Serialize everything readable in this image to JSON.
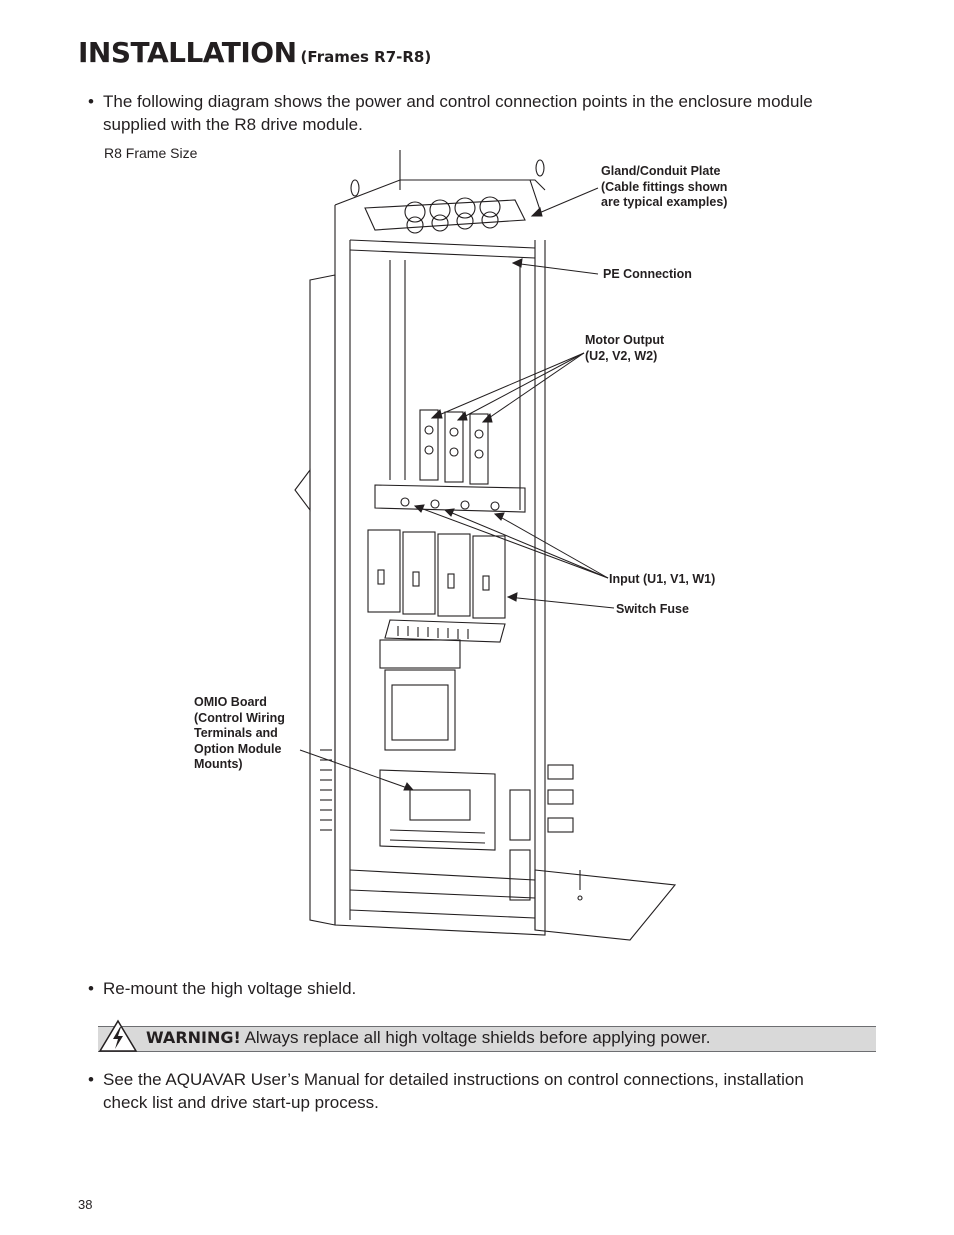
{
  "header": {
    "title": "INSTALLATION",
    "subtitle": "(Frames R7-R8)"
  },
  "bullets": [
    {
      "symbol": "•",
      "text": "The following diagram shows the power and control connection points in the enclosure module supplied with the R8 drive module."
    },
    {
      "symbol": "•",
      "text": "Re-mount the high voltage shield."
    },
    {
      "symbol": "•",
      "text": "See the AQUAVAR User’s Manual for detailed instructions on control connections, installation check list and drive start-up process."
    }
  ],
  "figure": {
    "label": "R8 Frame Size",
    "callouts": {
      "gland_line1": "Gland/Conduit Plate",
      "gland_line2": "(Cable fittings shown",
      "gland_line3": "are typical examples)",
      "pe": "PE Connection",
      "motor_line1": "Motor Output",
      "motor_line2": "(U2, V2, W2)",
      "input": "Input (U1, V1, W1)",
      "switch_fuse": "Switch Fuse",
      "omio_line1": "OMIO Board",
      "omio_line2": "(Control Wiring",
      "omio_line3": "Terminals and",
      "omio_line4": "Option Module",
      "omio_line5": "Mounts)"
    }
  },
  "warning": {
    "icon": "high-voltage-warning-icon",
    "label": "WARNING!",
    "text": "Always replace all high voltage shields before applying power."
  },
  "footer": {
    "page_number": "38"
  }
}
